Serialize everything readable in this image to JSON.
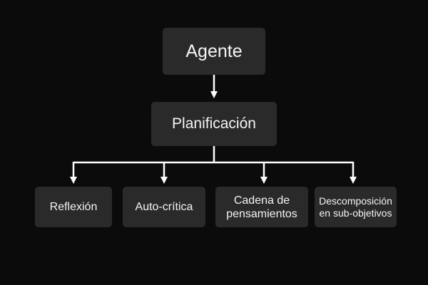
{
  "diagram": {
    "root": {
      "label": "Agente"
    },
    "level1": {
      "label": "Planificación"
    },
    "children": [
      {
        "label": "Reflexión"
      },
      {
        "label": "Auto-crítica"
      },
      {
        "label": "Cadena de\npensamientos"
      },
      {
        "label": "Descomposición\nen sub-objetivos"
      }
    ]
  },
  "colors": {
    "background": "#0b0b0b",
    "node_fill": "#2a2a2a",
    "text": "#f4f4f4",
    "connector": "#ffffff"
  }
}
